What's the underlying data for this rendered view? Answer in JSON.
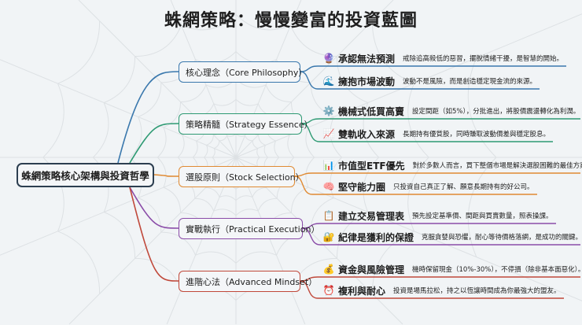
{
  "title": "蛛網策略：慢慢變富的投資藍圖",
  "root": "蛛網策略核心架構與投資哲學",
  "colors": {
    "core": "#3a78ad",
    "strategy": "#2e9a73",
    "stock": "#e08a32",
    "execution": "#8a4ca8",
    "mindset": "#c0483a"
  },
  "branches": [
    {
      "label": "核心理念（Core Philosophy）",
      "leaves": [
        {
          "icon": "crystal-ball-icon",
          "glyph": "🔮",
          "title": "承認無法預測",
          "desc": "戒除追高殺低的惡習，擺脫情緒干擾，是智慧的開始。"
        },
        {
          "icon": "wave-icon",
          "glyph": "🌊",
          "title": "擁抱市場波動",
          "desc": "波動不是風險，而是創造穩定現金流的來源。"
        }
      ]
    },
    {
      "label": "策略精髓（Strategy Essence）",
      "leaves": [
        {
          "icon": "gear-icon",
          "glyph": "⚙️",
          "title": "機械式低買高賣",
          "desc": "設定間距（如5%），分批進出，將股價震盪轉化為利潤。"
        },
        {
          "icon": "chart-up-icon",
          "glyph": "📈",
          "title": "雙軌收入來源",
          "desc": "長期持有優質股，同時賺取波動價差與穩定股息。"
        }
      ]
    },
    {
      "label": "選股原則（Stock Selection）",
      "leaves": [
        {
          "icon": "bar-chart-icon",
          "glyph": "📊",
          "title": "市值型ETF優先",
          "desc": "對於多數人而言，買下整個市場是解決選股困難的最佳方案。"
        },
        {
          "icon": "brain-icon",
          "glyph": "🧠",
          "title": "堅守能力圈",
          "desc": "只投資自己真正了解、願意長期持有的好公司。"
        }
      ]
    },
    {
      "label": "實戰執行（Practical Execution）",
      "leaves": [
        {
          "icon": "table-icon",
          "glyph": "📋",
          "title": "建立交易管理表",
          "desc": "預先設定基準價、間距與買賣數量，照表操課。"
        },
        {
          "icon": "lock-icon",
          "glyph": "🔐",
          "title": "紀律是獲利的保證",
          "desc": "克服貪婪與恐懼，耐心等待價格落網，是成功的關鍵。"
        }
      ]
    },
    {
      "label": "進階心法（Advanced Mindset）",
      "leaves": [
        {
          "icon": "money-bag-icon",
          "glyph": "💰",
          "title": "資金與風險管理",
          "desc": "機時保留現金（10%-30%），不停損（除非基本面惡化）。"
        },
        {
          "icon": "clock-icon",
          "glyph": "⏰",
          "title": "複利與耐心",
          "desc": "投資是場馬拉松，持之以恆讓時間成為你最強大的盟友。"
        }
      ]
    }
  ]
}
